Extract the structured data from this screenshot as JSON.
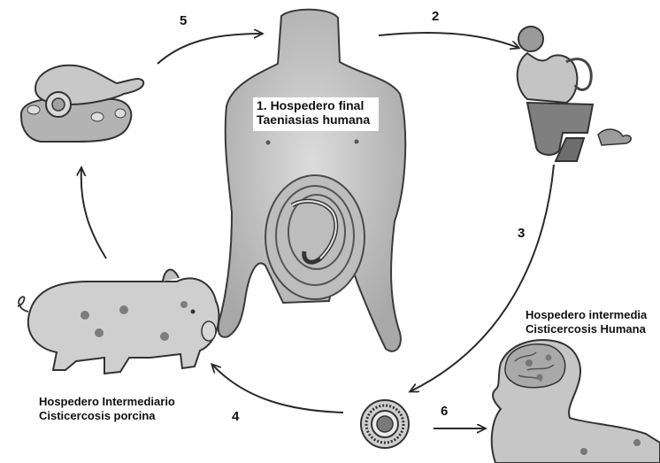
{
  "labels": {
    "final_host": {
      "line1": "1. Hospedero final",
      "line2": "Taeniasias humana"
    },
    "intermediate_host_human": {
      "line1": "Hospedero intermedia",
      "line2": "Cisticercosis Humana"
    },
    "intermediate_host_pig": {
      "line1": "Hospedero Intermediario",
      "line2": "Cisticercosis porcina"
    }
  },
  "steps": [
    "2",
    "3",
    "4",
    "5",
    "6"
  ],
  "colors": {
    "figure_fill": "#c9c9c9",
    "figure_dark": "#8f8f8f",
    "outline": "#333333",
    "arrow": "#2a2a2a",
    "spot": "#7d7d7d"
  }
}
